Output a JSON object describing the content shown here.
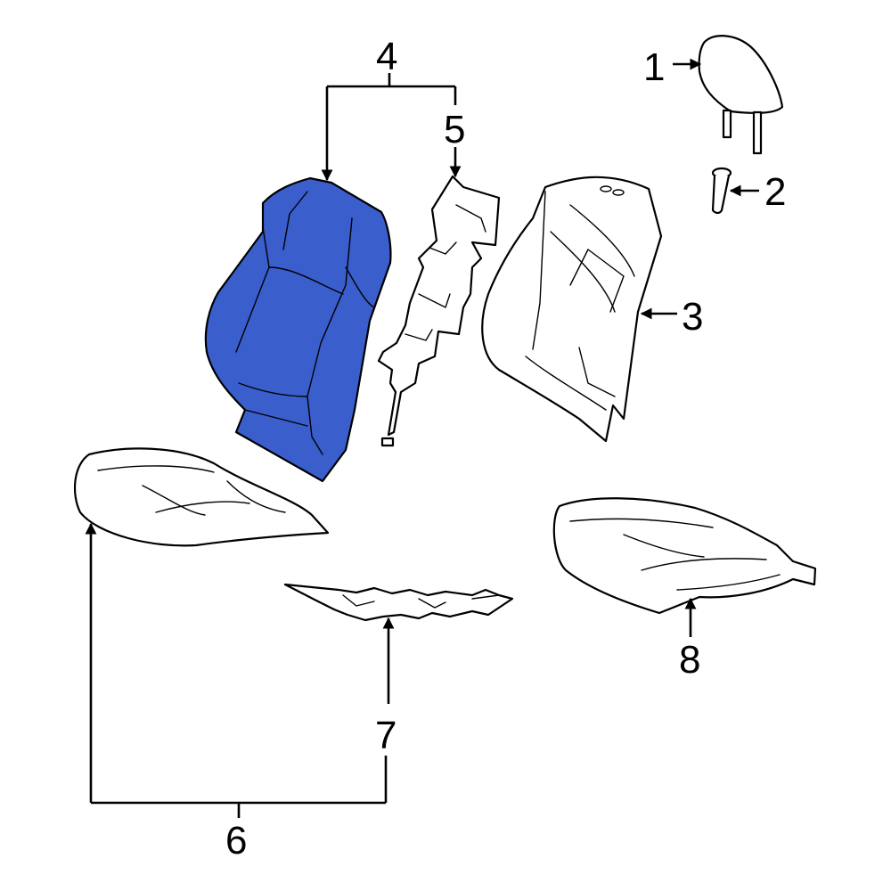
{
  "colors": {
    "highlight": "#3a5ecc",
    "outline": "#000000",
    "background": "#ffffff"
  },
  "callouts": {
    "c1": "1",
    "c2": "2",
    "c3": "3",
    "c4": "4",
    "c5": "5",
    "c6": "6",
    "c7": "7",
    "c8": "8"
  },
  "highlighted_part": "4"
}
